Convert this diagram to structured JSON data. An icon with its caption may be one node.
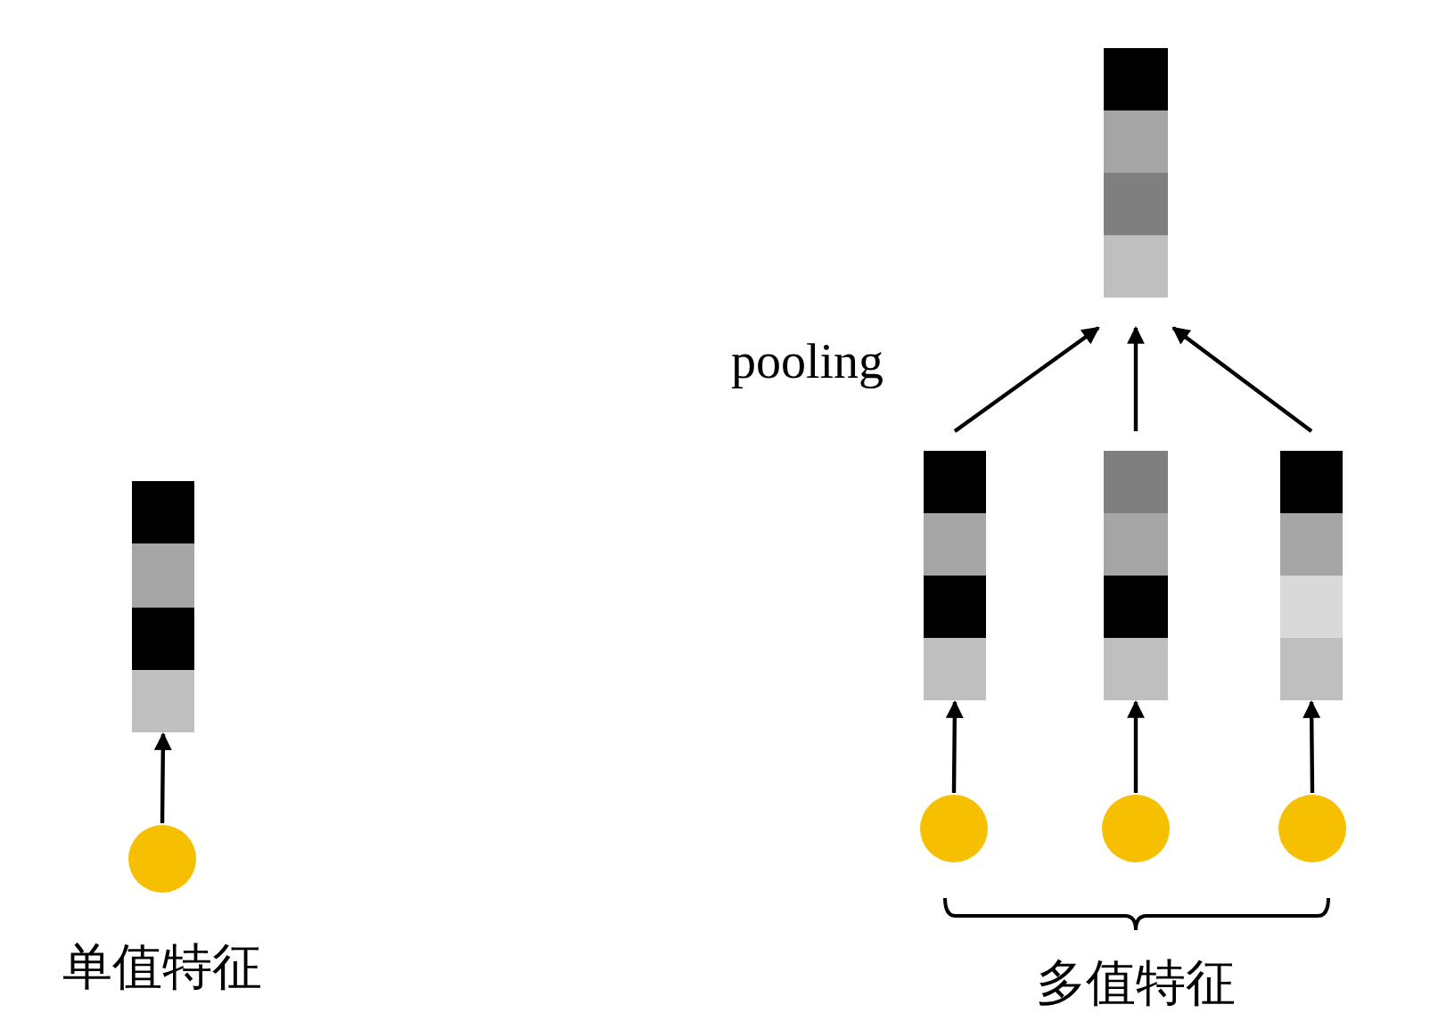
{
  "diagram": {
    "nodes": [
      {
        "text": [],
        "shape": "bar"
      },
      {
        "text": [],
        "shape": "bar"
      },
      {
        "text": [],
        "shape": "bar"
      },
      {
        "text": [],
        "shape": "bar"
      },
      {
        "text": [],
        "shape": "bar"
      },
      {
        "text": [],
        "shape": "circle"
      },
      {
        "text": [],
        "shape": "circle"
      },
      {
        "text": [],
        "shape": "circle"
      },
      {
        "text": [],
        "shape": "circle"
      }
    ],
    "edges": [
      {
        "from": 5,
        "to": 1,
        "arrow": "to"
      },
      {
        "from": 6,
        "to": 2,
        "arrow": "to"
      },
      {
        "from": 7,
        "to": 3,
        "arrow": "to"
      },
      {
        "from": 8,
        "to": 4,
        "arrow": "to"
      },
      {
        "from": 2,
        "to": 0,
        "arrow": "to"
      },
      {
        "from": 3,
        "to": 0,
        "arrow": "to"
      },
      {
        "from": 4,
        "to": 0,
        "arrow": "to"
      }
    ],
    "labels": [
      "pooling",
      "单值特征",
      "多值特征"
    ]
  }
}
